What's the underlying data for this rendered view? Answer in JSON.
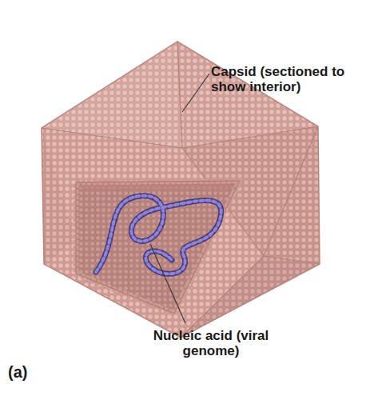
{
  "diagram": {
    "labels": [
      "Capsid (sectioned to show interior)",
      "Nucleic acid (viral genome)",
      "(a)"
    ]
  }
}
